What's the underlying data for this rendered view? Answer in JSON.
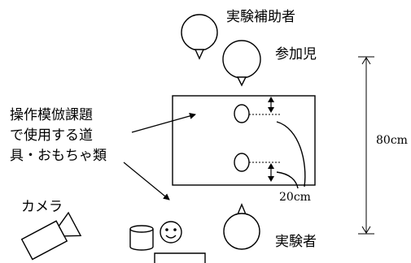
{
  "labels": {
    "assistant": "実験補助者",
    "child": "参加児",
    "task_items_line1": "操作模倣課題",
    "task_items_line2": "で使用する道",
    "task_items_line3": "具・おもちゃ類",
    "camera": "カメラ",
    "experimenter": "実験者",
    "height_dim": "80cm",
    "gap_dim": "20cm"
  }
}
